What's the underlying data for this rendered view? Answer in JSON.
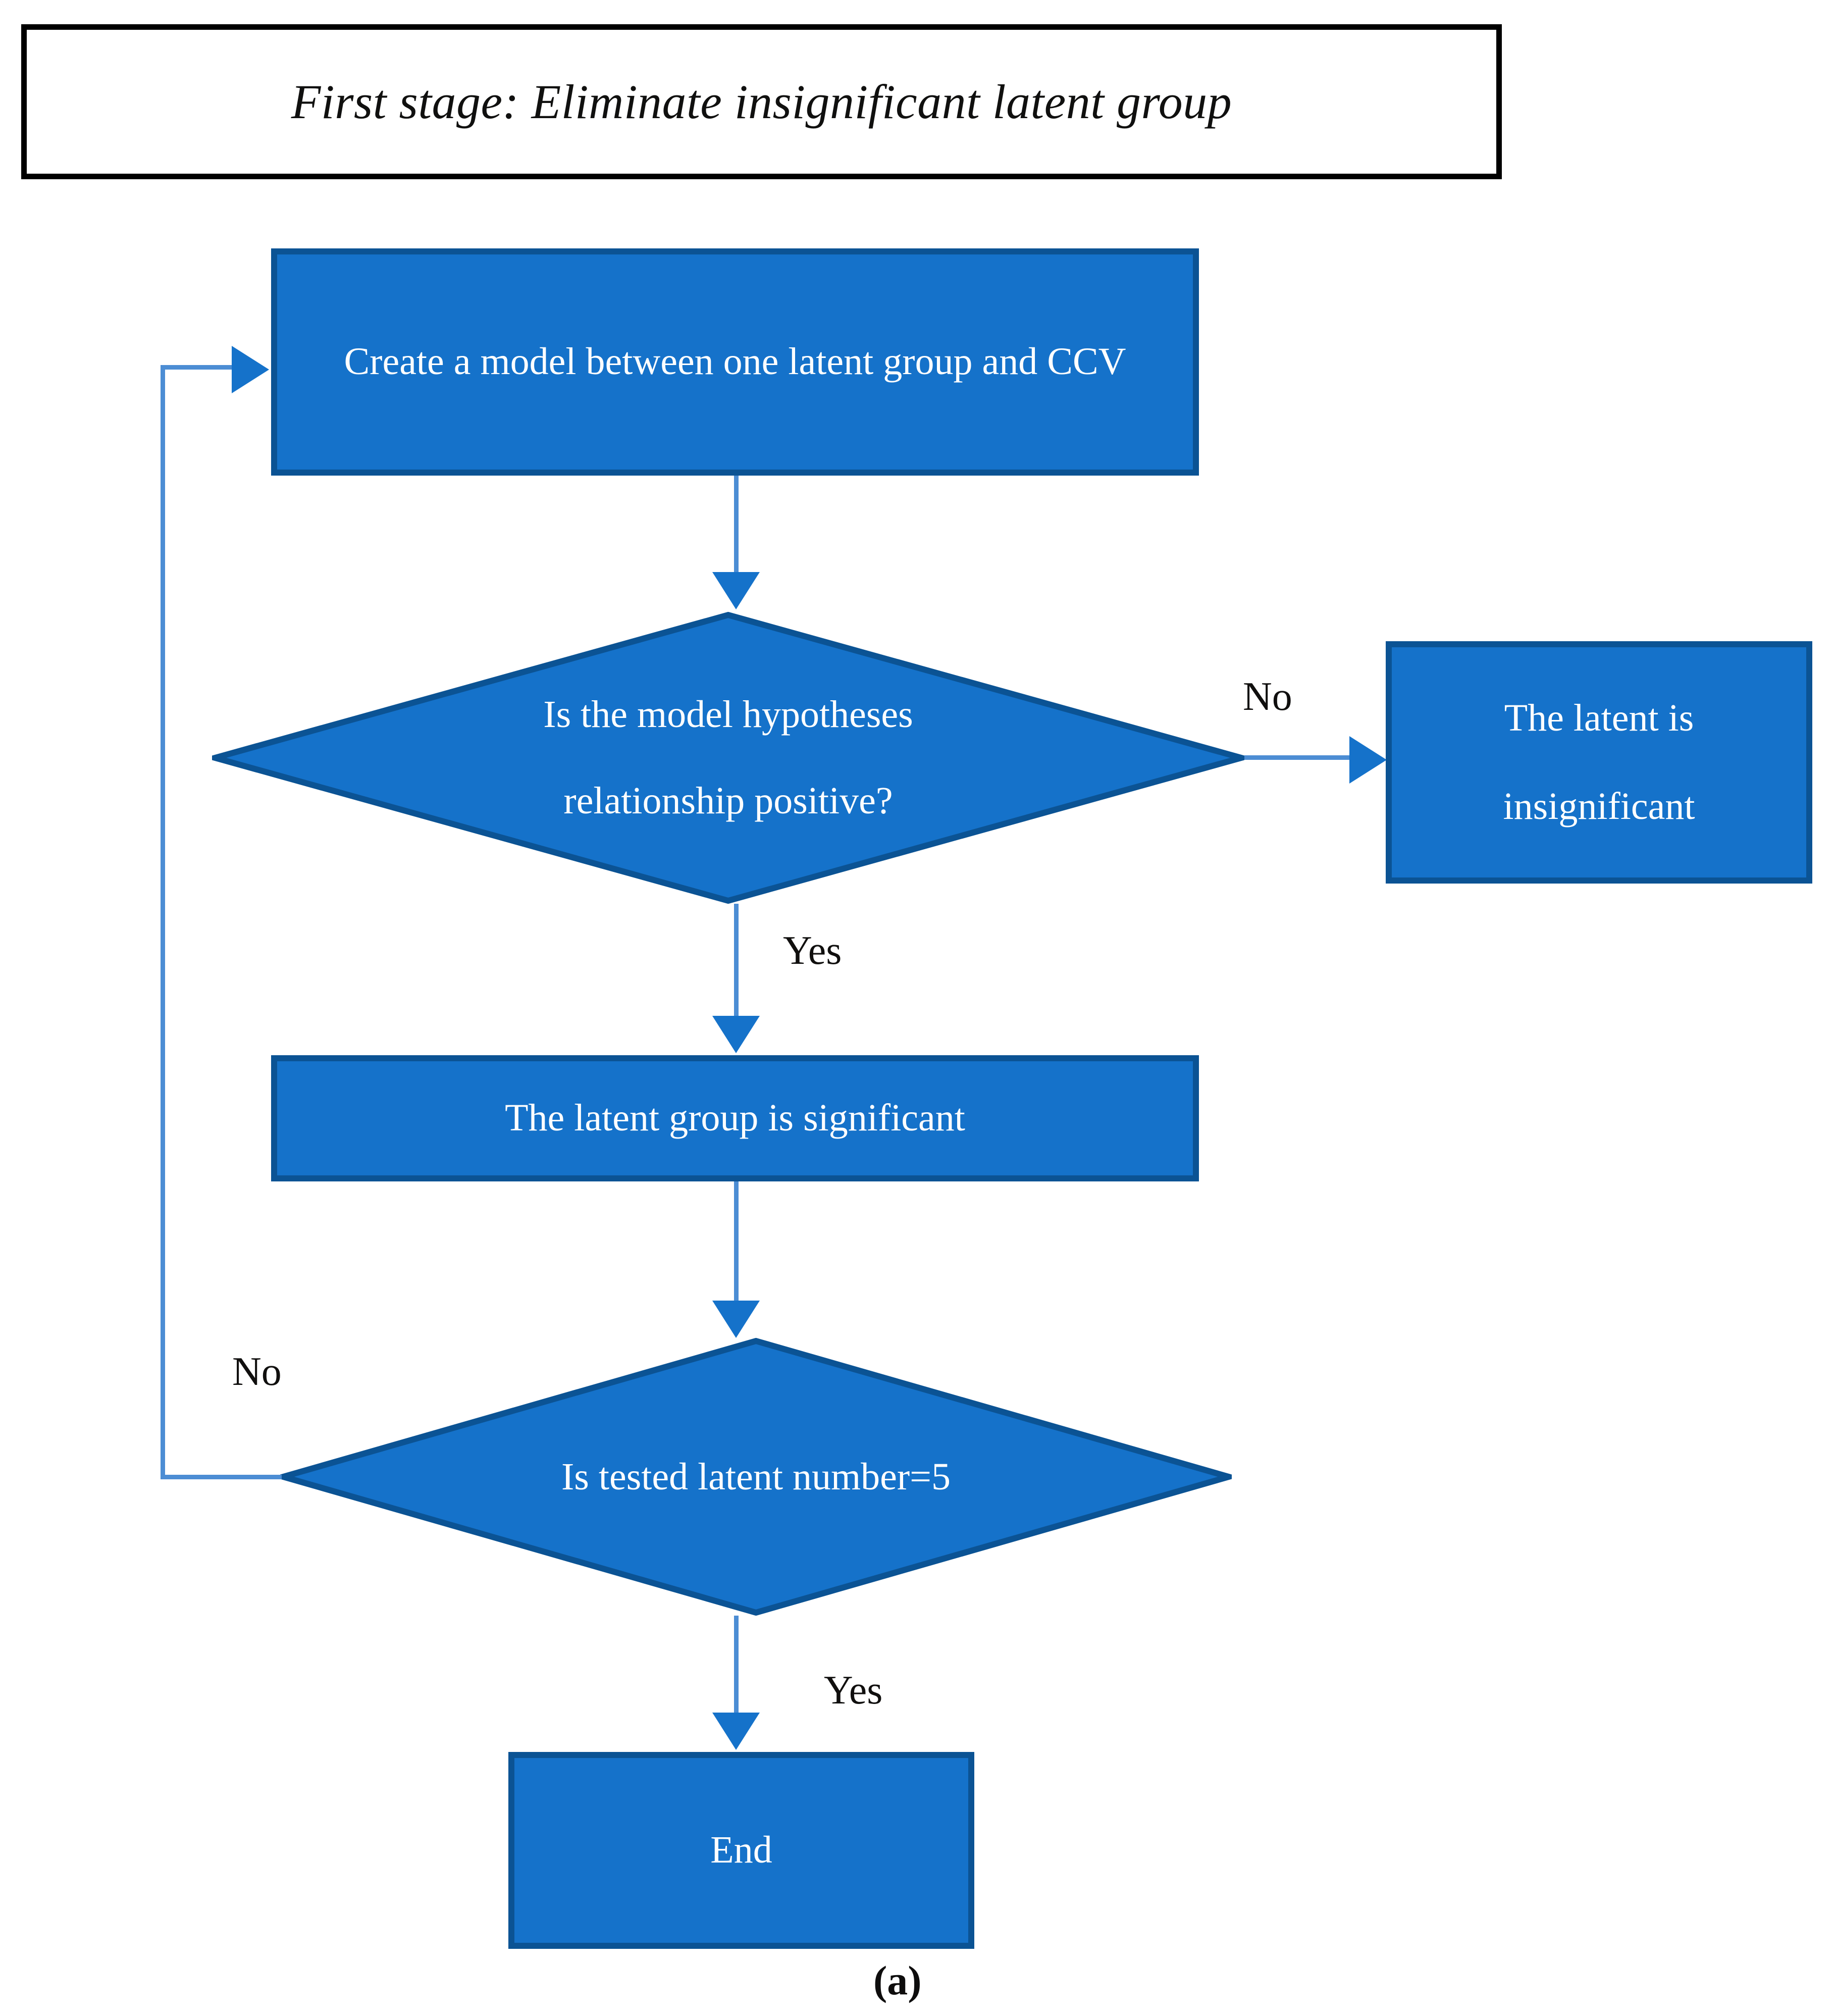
{
  "figure": {
    "title": "First stage: Eliminate insignificant latent group",
    "caption": "(a)"
  },
  "colors": {
    "node_fill": "#1572CA",
    "node_border": "#0B5394",
    "connector": "#4C8DD4",
    "arrow": "#1572CA",
    "node_text": "#FFFFFF",
    "label_text": "#100F0E",
    "title_border": "#000000",
    "background": "#FFFFFF"
  },
  "flowchart": {
    "type": "flowchart",
    "nodes": [
      {
        "id": "create",
        "shape": "process",
        "label": "Create a model between one latent group and CCV"
      },
      {
        "id": "hypothesis",
        "shape": "decision",
        "label_line1": "Is the model hypotheses",
        "label_line2": "relationship positive?"
      },
      {
        "id": "insignificant",
        "shape": "process",
        "label_line1": "The latent is",
        "label_line2": "insignificant"
      },
      {
        "id": "significant",
        "shape": "process",
        "label": "The latent group is significant"
      },
      {
        "id": "count",
        "shape": "decision",
        "label": "Is tested latent number=5"
      },
      {
        "id": "end",
        "shape": "terminator",
        "label": "End"
      }
    ],
    "edges": [
      {
        "from": "create",
        "to": "hypothesis",
        "label": ""
      },
      {
        "from": "hypothesis",
        "to": "insignificant",
        "label": "No"
      },
      {
        "from": "hypothesis",
        "to": "significant",
        "label": "Yes"
      },
      {
        "from": "significant",
        "to": "count",
        "label": ""
      },
      {
        "from": "count",
        "to": "create",
        "label": "No"
      },
      {
        "from": "count",
        "to": "end",
        "label": "Yes"
      }
    ]
  }
}
